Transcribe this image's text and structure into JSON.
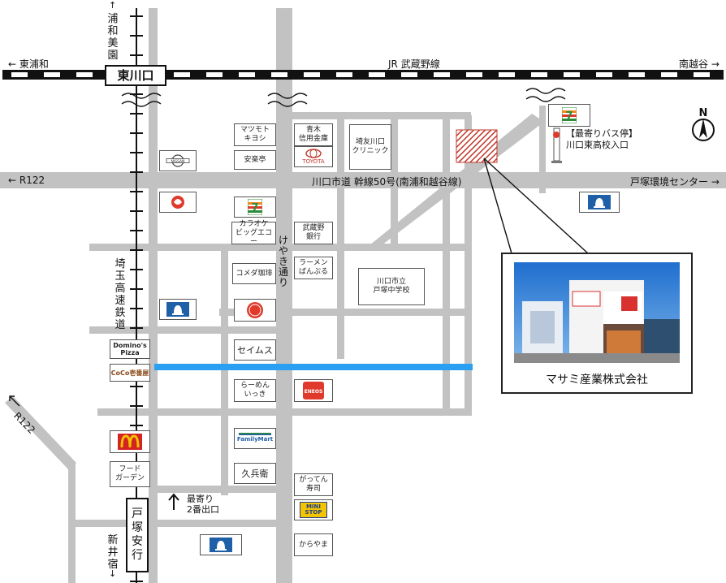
{
  "rail": {
    "line": "JR 武蔵野線",
    "west": "← 東浦和",
    "east": "南越谷 →",
    "station": "東川口",
    "highway": "埼\n玉\n高\n速\n鉄\n道",
    "north_dir": "浦\n和\n美\n園",
    "south_dir": "新\n井\n宿",
    "station2": "戸\n塚\n安\n行"
  },
  "roads": {
    "r122_west": "← R122",
    "main": "川口市道 幹線50号(南浦和越谷線)",
    "east_dest": "戸塚環境センター →",
    "diagonal": "R122",
    "keyaki": "け\nや\nき\n通\nり"
  },
  "bus_stop": {
    "label": "【最寄りバス停】\n川口東高校入口"
  },
  "exit": {
    "label": "最寄り\n2番出口"
  },
  "north": "N",
  "company": "マサミ産業株式会社",
  "places": {
    "matsumoto": "マツモト\nキヨシ",
    "aoki": "青木\n信用金庫",
    "toyota": "TOYOTA",
    "clinic": "埼友川口\nクリニック",
    "anzentei": "安楽亭",
    "karaoke": "カラオケ\nビッグエコー",
    "musashino": "武蔵野\n銀行",
    "komeda": "コメダ珈琲",
    "ramen": "ラーメン\nばんぷる",
    "school": "川口市立\n戸塚中学校",
    "seimusu": "セイムス",
    "ramen2": "らーめん\nいっき",
    "dominos": "Domino's\nPizza",
    "coco": "CoCo壱番屋",
    "food": "フード\nガーデン",
    "familymart": "FamilyMart",
    "kyubei": "久兵衛",
    "gatten": "がってん\n寿司",
    "ministop": "MINI\nSTOP",
    "karayama": "からやま",
    "nissan": "NISSAN",
    "eneos": "ENEOS",
    "seven": "7"
  },
  "colors": {
    "road": "#c2c2c2",
    "river": "#2b9ff2",
    "hatch": "#c0392b",
    "lawson": "#1f5fa8",
    "seven_green": "#2e8b3a",
    "seven_red": "#e03a2c"
  }
}
